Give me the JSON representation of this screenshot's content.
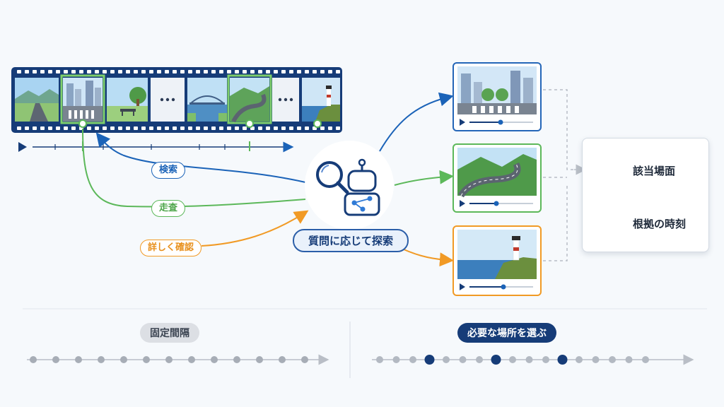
{
  "labels": {
    "search": "検索",
    "scan": "走査",
    "detail": "詳しく確認",
    "agent": "質問に応じて探索"
  },
  "results": {
    "scene": "該当場面",
    "timestamp": "根拠の時刻"
  },
  "comparison": {
    "fixed": "固定間隔",
    "select": "必要な場所を選ぶ"
  },
  "icons": {
    "play": "play-icon",
    "search": "magnifier-icon",
    "robot": "robot-icon",
    "clapper": "clapperboard-icon",
    "clock": "clock-icon"
  },
  "colors": {
    "navy": "#163c78",
    "blue": "#1b63b8",
    "green": "#5cb85a",
    "orange": "#f19a25",
    "gray": "#b9bec6"
  },
  "filmstrip": {
    "frames": [
      "road",
      "city-crosswalk",
      "park-bench",
      "ellipsis",
      "bridge",
      "winding-road",
      "ellipsis",
      "lighthouse"
    ],
    "highlighted": [
      "city-crosswalk",
      "winding-road"
    ]
  }
}
